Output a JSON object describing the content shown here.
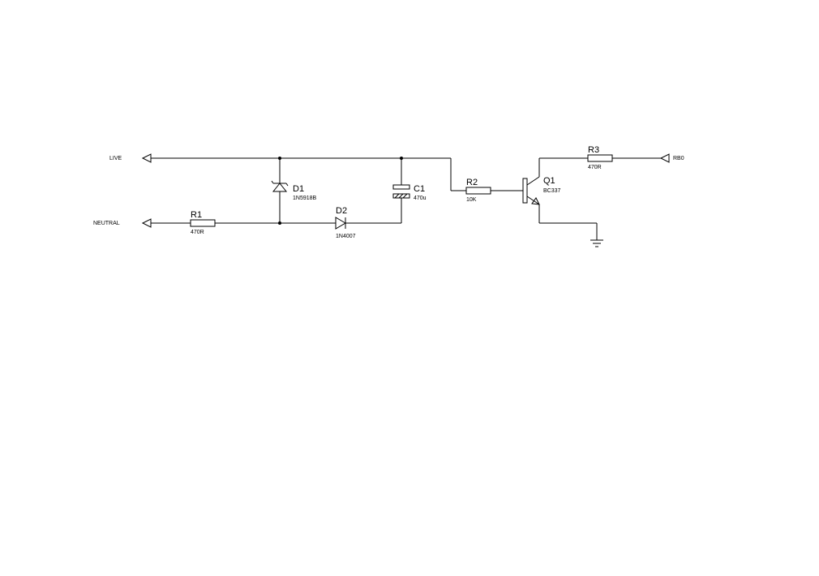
{
  "nets": {
    "live": "LIVE",
    "neutral": "NEUTRAL",
    "output": "RB0"
  },
  "components": {
    "r1": {
      "ref": "R1",
      "value": "470R"
    },
    "r2": {
      "ref": "R2",
      "value": "10K"
    },
    "r3": {
      "ref": "R3",
      "value": "470R"
    },
    "d1": {
      "ref": "D1",
      "value": "1N5918B"
    },
    "d2": {
      "ref": "D2",
      "value": "1N4007"
    },
    "c1": {
      "ref": "C1",
      "value": "470u"
    },
    "q1": {
      "ref": "Q1",
      "value": "BC337"
    }
  }
}
